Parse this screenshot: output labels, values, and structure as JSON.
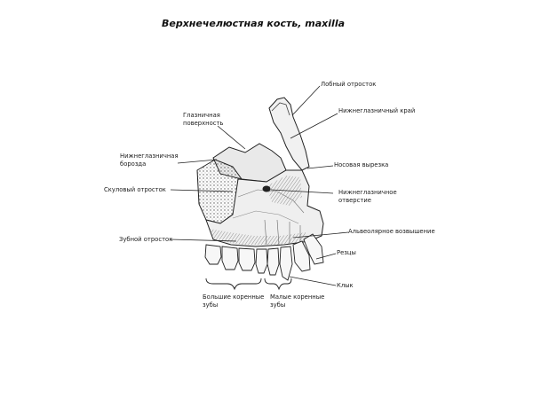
{
  "title": "Верхнечелюстная кость, maxilla",
  "labels": {
    "frontal_process": "Лобный отросток",
    "infraorbital_margin": "Нижнеглазничный край",
    "orbital_surface": "Глазничная\nповерхность",
    "infraorbital_groove": "Нижнеглазничная\nборозда",
    "nasal_notch": "Носовая вырезка",
    "zygomatic_process": "Скуловый отросток",
    "infraorbital_foramen": "Нижнеглазничное\nотверстие",
    "alveolar_eminences": "Альвеолярное возвышение",
    "alveolar_process": "Зубной отросток",
    "incisors": "Резцы",
    "canine": "Клык",
    "molars": "Большие коренные\nзубы",
    "premolars": "Малые коренные\nзубы"
  }
}
